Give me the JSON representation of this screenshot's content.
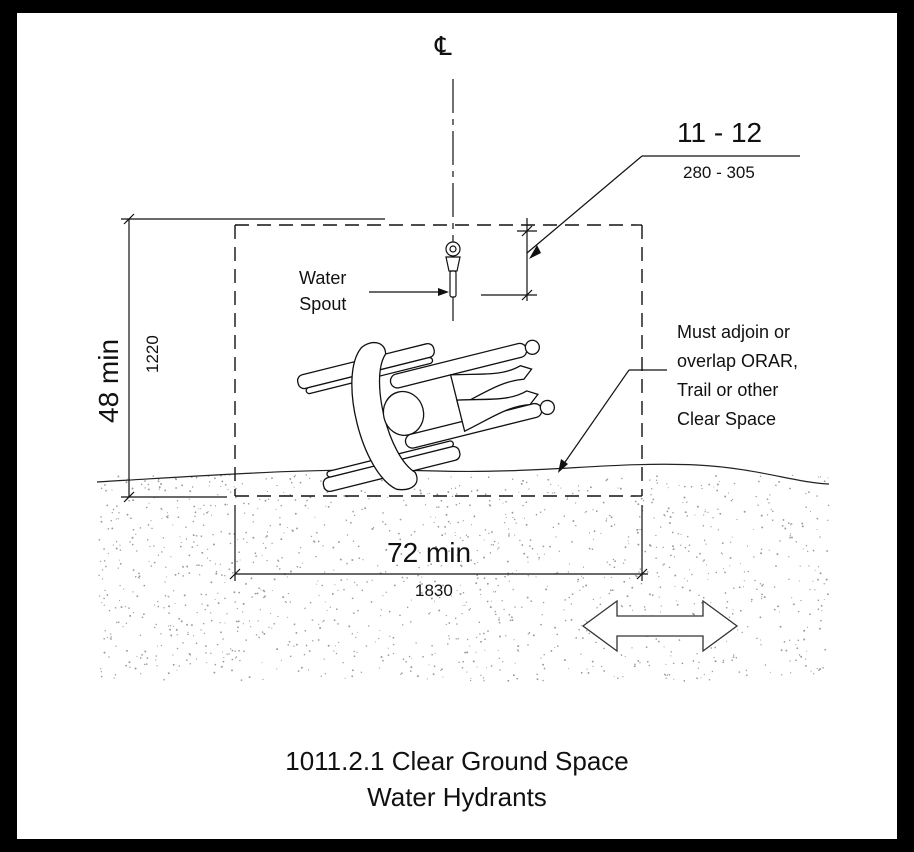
{
  "figure": {
    "centerline_symbol": "℄",
    "spout_label": [
      "Water",
      "Spout"
    ],
    "top_dimension": {
      "inches": "11 - 12",
      "mm": "280 - 305"
    },
    "side_dimension": {
      "inches": "48 min",
      "mm": "1220"
    },
    "bottom_dimension": {
      "inches": "72 min",
      "mm": "1830"
    },
    "note_lines": [
      "Must adjoin or",
      "overlap ORAR,",
      "Trail or other",
      "Clear Space"
    ],
    "caption": {
      "line1": "1011.2.1 Clear Ground Space",
      "line2": "Water Hydrants"
    }
  },
  "colors": {
    "background": "#000000",
    "paper": "#ffffff",
    "ink": "#111111",
    "stipple": "#9a9a9a"
  },
  "icons": [
    "wheelchair-icon",
    "hydrant-icon",
    "double-arrow-icon"
  ]
}
